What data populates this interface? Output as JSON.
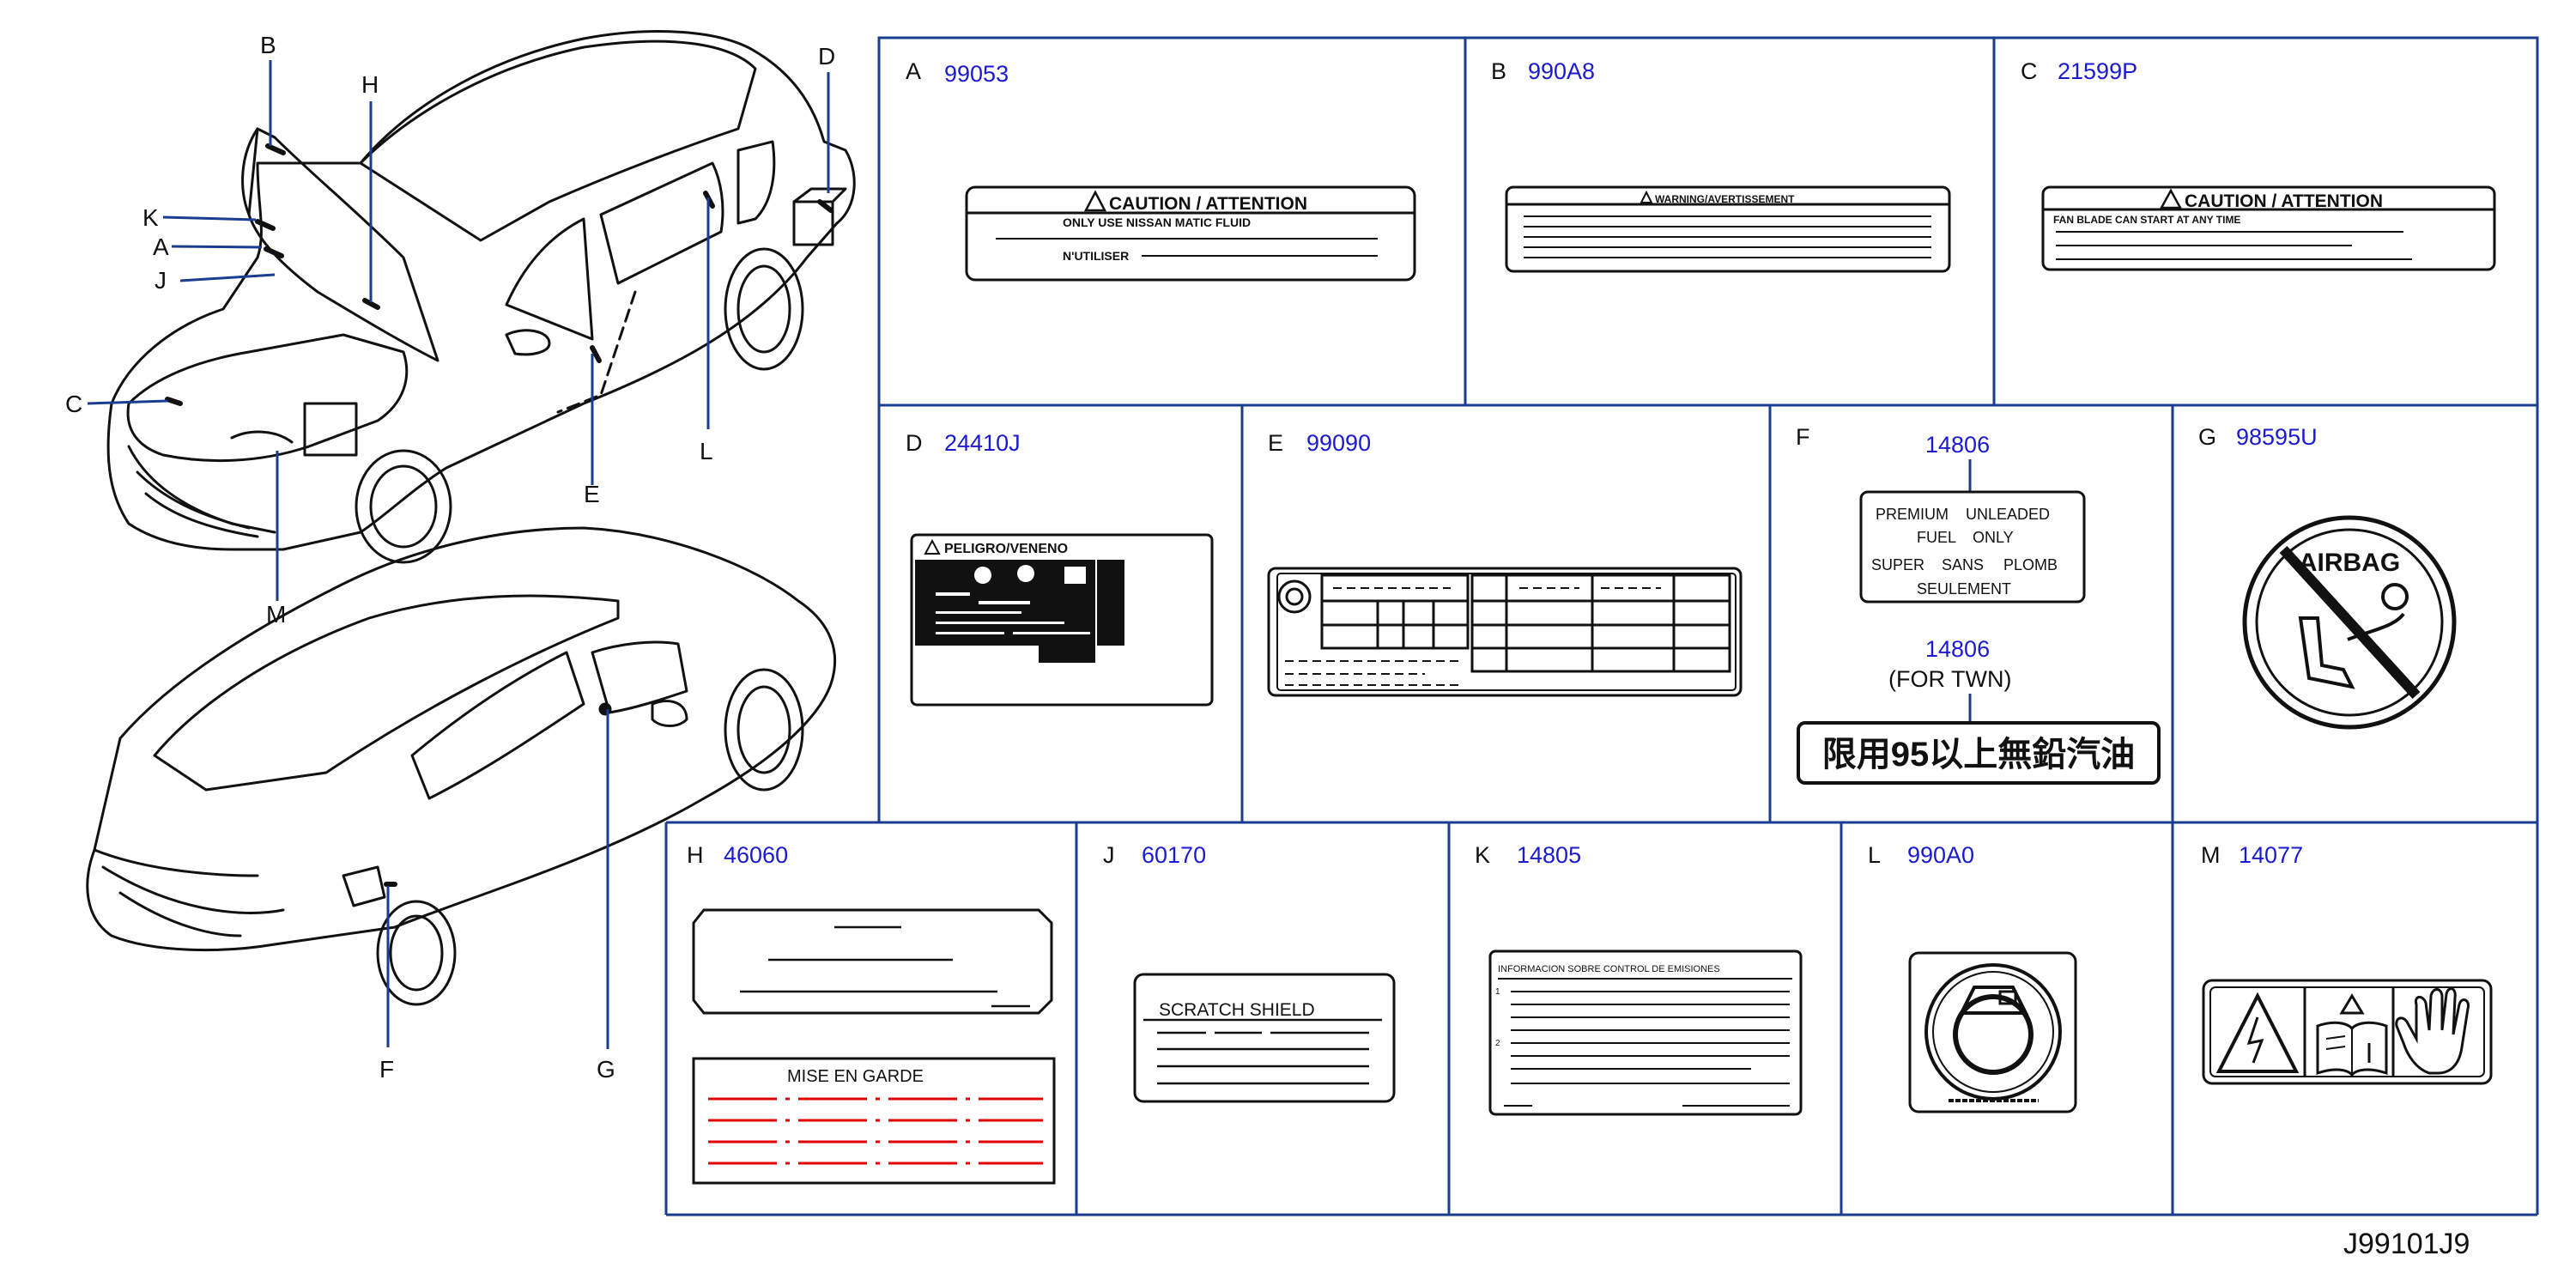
{
  "diagram": {
    "reference_code": "J99101J9",
    "callouts": [
      "B",
      "H",
      "D",
      "K",
      "A",
      "J",
      "C",
      "E",
      "L",
      "M",
      "F",
      "G"
    ],
    "cells": [
      {
        "letter": "A",
        "part": "99053",
        "text": [
          "CAUTION / ATTENTION",
          "ONLY USE NISSAN MATIC FLUID",
          "N'UTILISER"
        ]
      },
      {
        "letter": "B",
        "part": "990A8",
        "text": [
          "WARNING/AVERTISSEMENT"
        ]
      },
      {
        "letter": "C",
        "part": "21599P",
        "text": [
          "CAUTION / ATTENTION",
          "FAN BLADE CAN START AT ANY TIME"
        ]
      },
      {
        "letter": "D",
        "part": "24410J",
        "text": [
          "PELIGRO/VENENO"
        ]
      },
      {
        "letter": "E",
        "part": "99090",
        "text": []
      },
      {
        "letter": "F",
        "part": "14806",
        "text": [
          "PREMIUM",
          "UNLEADED",
          "FUEL",
          "ONLY",
          "SUPER",
          "SANS",
          "PLOMB",
          "SEULEMENT"
        ],
        "part2": "14806",
        "variant": "(FOR   TWN)",
        "chinese": "限用95以上無鉛汽油"
      },
      {
        "letter": "G",
        "part": "98595U",
        "text": [
          "AIRBAG"
        ]
      },
      {
        "letter": "H",
        "part": "46060",
        "text": [
          "MISE   EN   GARDE"
        ]
      },
      {
        "letter": "J",
        "part": "60170",
        "text": [
          "SCRATCH   SHIELD"
        ]
      },
      {
        "letter": "K",
        "part": "14805",
        "text": [
          "INFORMACION   SOBRE   CONTROL   DE   EMISIONES",
          "1",
          "2"
        ]
      },
      {
        "letter": "L",
        "part": "990A0",
        "text": []
      },
      {
        "letter": "M",
        "part": "14077",
        "text": []
      }
    ],
    "colors": {
      "frame": "#1a3d8f",
      "part_number": "#1a1ad0",
      "leader": "#1a3d8f",
      "red_lines": "#e00000",
      "ink": "#111111"
    }
  }
}
